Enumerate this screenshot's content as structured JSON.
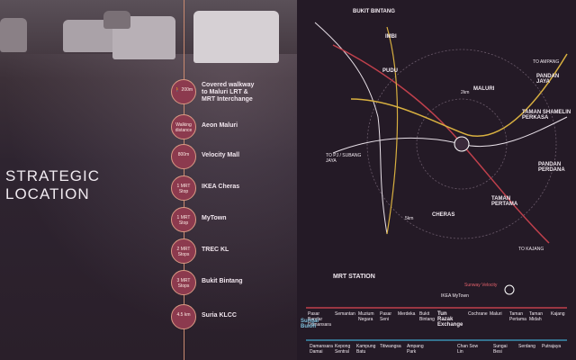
{
  "title_line1": "STRATEGIC",
  "title_line2": "LOCATION",
  "timeline": [
    {
      "badge": "🚶 200m",
      "text": "Covered walkway to Maluri LRT & MRT Interchange"
    },
    {
      "badge": "Walking distance",
      "text": "Aeon Maluri"
    },
    {
      "badge": "800m",
      "text": "Velocity Mall"
    },
    {
      "badge": "1 MRT Stop",
      "text": "IKEA Cheras"
    },
    {
      "badge": "1 MRT Stop",
      "text": "MyTown"
    },
    {
      "badge": "2 MRT Stops",
      "text": "TREC KL"
    },
    {
      "badge": "3 MRT Stops",
      "text": "Bukit Bintang"
    },
    {
      "badge": "4.5 km",
      "text": "Suria KLCC"
    }
  ],
  "map_labels": {
    "bukit_bintang": "BUKIT BINTANG",
    "imbi": "IMBI",
    "pudu": "PUDU",
    "maluri": "MALURI",
    "pandan_jaya": "PANDAN JAYA",
    "taman_shamelin": "TAMAN SHAMELIN PERKASA",
    "pandan_perdana": "PANDAN PERDANA",
    "cheras": "CHERAS",
    "taman_pertama": "TAMAN PERTAMA",
    "to_ampang": "TO AMPANG",
    "to_kajang": "TO KAJANG",
    "to_pj": "TO PJ / SUBANG JAYA",
    "radius_2km": "2km",
    "radius_5km": "5km"
  },
  "mrt": {
    "title": "MRT STATION",
    "top_stations": [
      "Pasar Bandar Dumansara",
      "Semantan",
      "Muzium Negara",
      "Pasar Seni",
      "Merdeka",
      "Bukit Bintang",
      "Tun Razak Exchange",
      "Cochrane",
      "Maluri",
      "Taman Pertama",
      "Taman Midah",
      "Kajang"
    ],
    "bottom_stations": [
      "Sungai Buloh",
      "Damansara Damai",
      "Kepong Sentral",
      "Kampung Batu",
      "Titiwangsa",
      "Ampang Park",
      "Chan Sow Lin",
      "Sungai Besi",
      "Serdang",
      "Putrajaya"
    ],
    "ikea": "IKEA MyTown",
    "sunway": "Sunway Velocity"
  },
  "colors": {
    "accent": "#c98a70",
    "badge": "#8c3a4e",
    "line_red": "#c0404c",
    "line_blue": "#3a8fb0",
    "line_yellow": "#d8b040"
  }
}
